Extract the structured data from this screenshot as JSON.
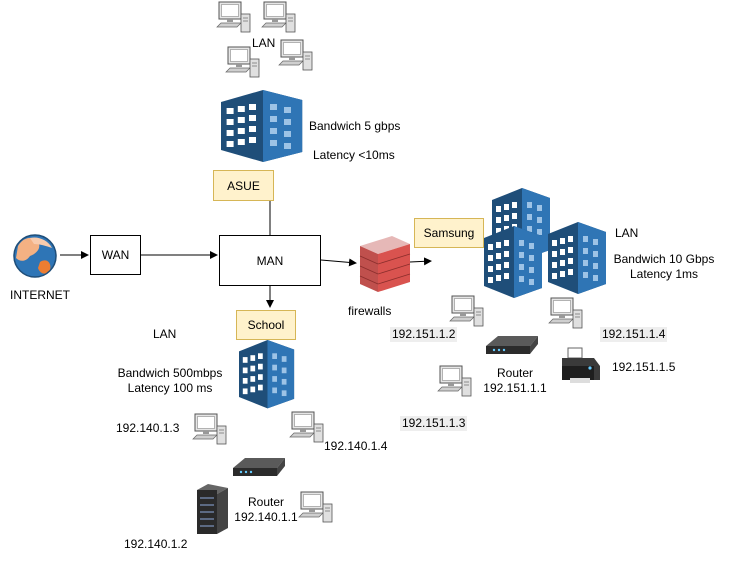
{
  "nodes": {
    "internet": "INTERNET",
    "wan": "WAN",
    "man": "MAN",
    "asue": "ASUE",
    "school": "School",
    "samsung": "Samsung",
    "firewalls": "firewalls"
  },
  "asue_site": {
    "lan": "LAN",
    "bandwidth": "Bandwich 5 gbps",
    "latency": "Latency <10ms"
  },
  "school_site": {
    "lan": "LAN",
    "bandwidth": "Bandwich 500mbps",
    "latency": "Latency 100 ms",
    "router_label": "Router",
    "router_ip": "192.140.1.1",
    "pc_ips": [
      "192.140.1.3",
      "192.140.1.4",
      "192.140.1.2"
    ]
  },
  "samsung_site": {
    "lan": "LAN",
    "bandwidth": "Bandwich 10 Gbps",
    "latency": "Latency 1ms",
    "router_label": "Router",
    "router_ip": "192.151.1.1",
    "pc_ips": [
      "192.151.1.2",
      "192.151.1.4",
      "192.151.1.3"
    ],
    "printer_ip": "192.151.1.5"
  },
  "colors": {
    "building_dark": "#1f4e79",
    "building_light": "#2f75b5",
    "tag_fill": "#fff2cc",
    "tag_border": "#d6b656",
    "firewall": "#c0504d"
  },
  "icons": [
    "globe-icon",
    "desktop-pc-icon",
    "office-building-icon",
    "firewall-icon",
    "router-icon",
    "printer-icon",
    "server-rack-icon"
  ]
}
